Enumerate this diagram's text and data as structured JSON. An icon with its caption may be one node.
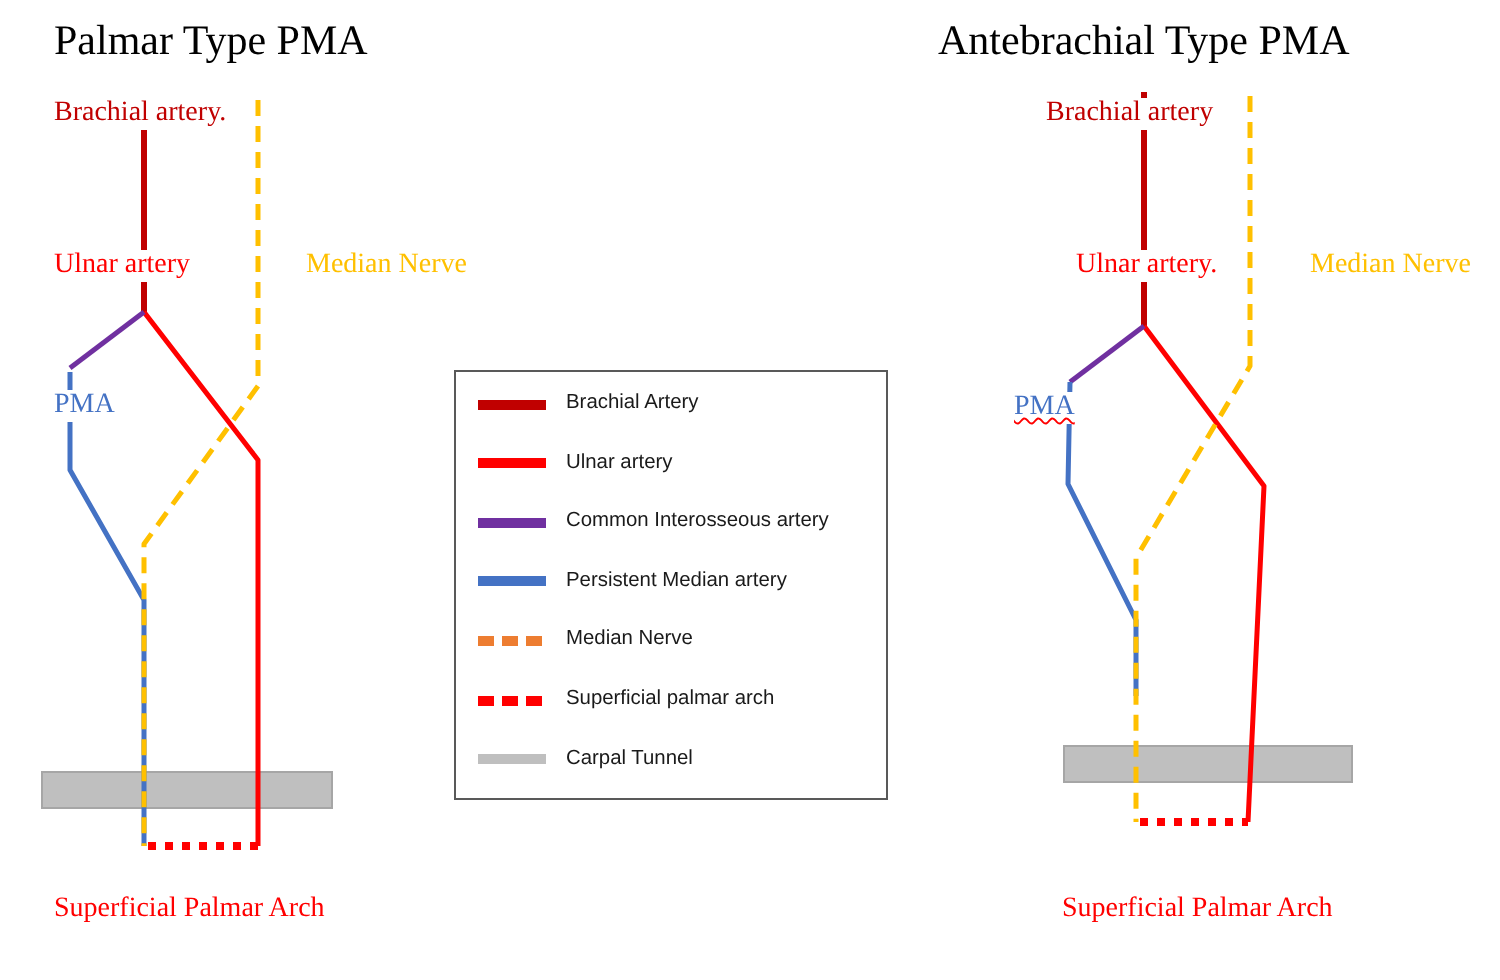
{
  "diagram": {
    "labels": [
      "Palmar Type PMA",
      "Brachial artery.",
      "Ulnar artery",
      "Median Nerve",
      "PMA",
      "Superficial Palmar Arch",
      "Antebrachial Type PMA",
      "Brachial artery",
      "Ulnar artery.",
      "Median Nerve",
      "PMA",
      "Superficial Palmar Arch"
    ],
    "legend": [
      {
        "text": "Brachial Artery",
        "color": "#c00000"
      },
      {
        "text": "Ulnar artery",
        "color": "#ff0000"
      },
      {
        "text": "Common Interosseous artery",
        "color": "#7030a0"
      },
      {
        "text": "Persistent Median artery",
        "color": "#4472c4"
      },
      {
        "text": "Median Nerve",
        "color": "#ed7d31"
      },
      {
        "text": "Superficial palmar arch",
        "color": "#ff0000"
      },
      {
        "text": "Carpal Tunnel",
        "color": "#bfbfbf"
      }
    ]
  }
}
